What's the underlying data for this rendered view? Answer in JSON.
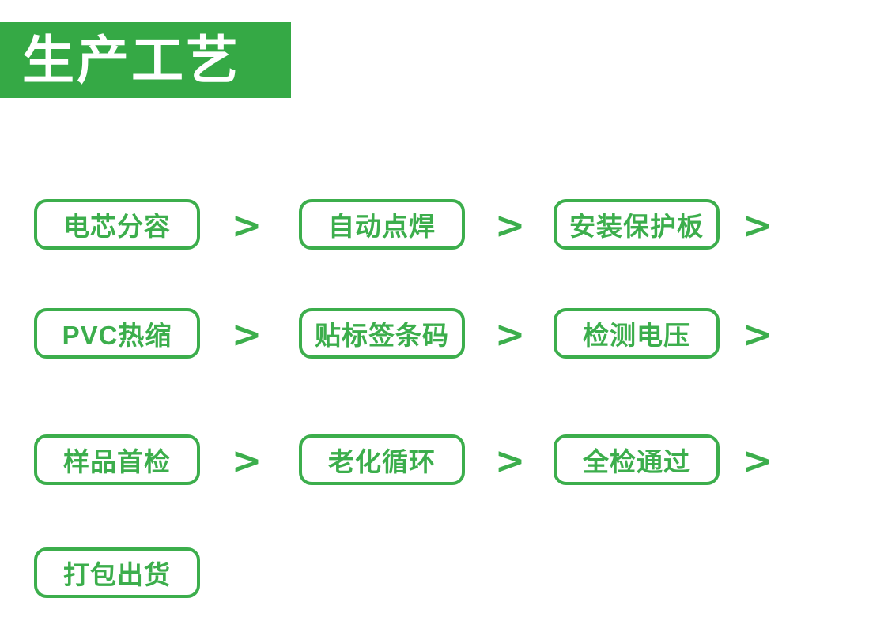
{
  "header": {
    "title": "生产工艺",
    "bg_color": "#35a945",
    "text_color": "#ffffff"
  },
  "flow": {
    "arrow": ">",
    "accent_color": "#3cae4c",
    "rows": [
      {
        "steps": [
          {
            "label": "电芯分容"
          },
          {
            "label": "自动点焊"
          },
          {
            "label": "安装保护板"
          }
        ],
        "trailing_arrow": true
      },
      {
        "steps": [
          {
            "label": "PVC热缩"
          },
          {
            "label": "贴标签条码"
          },
          {
            "label": "检测电压"
          }
        ],
        "trailing_arrow": true
      },
      {
        "steps": [
          {
            "label": "样品首检"
          },
          {
            "label": "老化循环"
          },
          {
            "label": "全检通过"
          }
        ],
        "trailing_arrow": true
      },
      {
        "steps": [
          {
            "label": "打包出货"
          }
        ],
        "trailing_arrow": false
      }
    ]
  }
}
